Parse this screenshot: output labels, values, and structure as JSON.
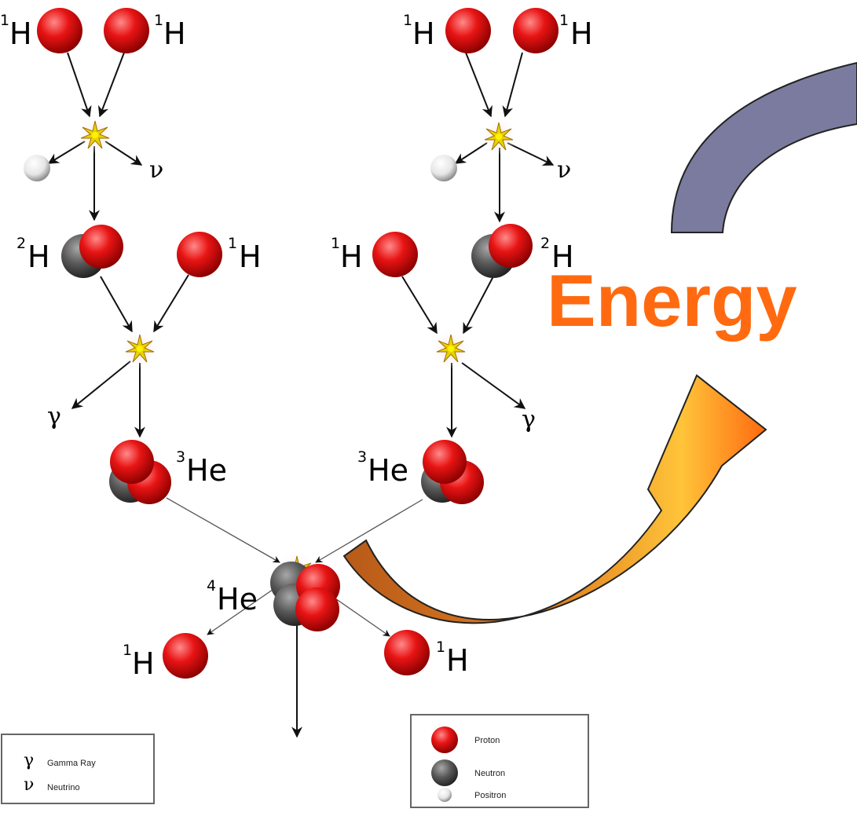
{
  "isotopes": {
    "h": "H",
    "he": "He",
    "mass_1": "1",
    "mass_2": "2",
    "mass_3": "3",
    "mass_4": "4"
  },
  "particles": {
    "gamma": "γ",
    "neutrino": "ν"
  },
  "energy_label": "Energy",
  "legend_left": {
    "items": [
      {
        "symbol": "γ",
        "label": "Gamma Ray"
      },
      {
        "symbol": "ν",
        "label": "Neutrino"
      }
    ]
  },
  "legend_right": {
    "items": [
      {
        "label": "Proton"
      },
      {
        "label": "Neutron"
      },
      {
        "label": "Positron"
      }
    ]
  },
  "colors": {
    "proton": "#e01010",
    "neutron": "#555555",
    "positron": "#eeeeee",
    "energy_text": "#ff6a10",
    "upper_arrow": "#7b7b9f",
    "lower_arrow_start": "#ffc43a",
    "lower_arrow_end": "#b85a1a",
    "burst": "#e8d200"
  }
}
